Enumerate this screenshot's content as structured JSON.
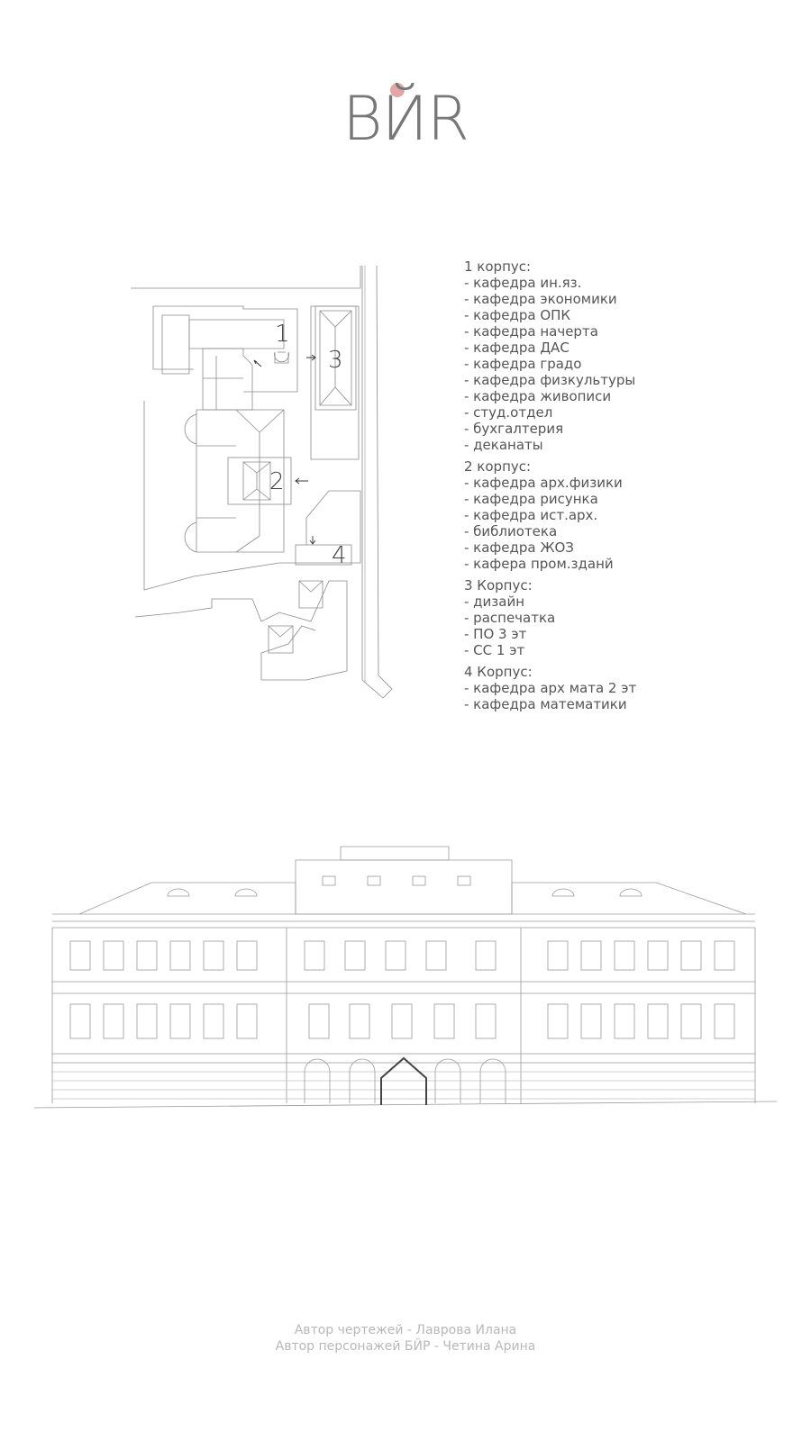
{
  "logo": {
    "text": "ВЙR",
    "dot_color": "#e3a6a6",
    "text_color": "#777777"
  },
  "plan": {
    "building_labels": [
      "1",
      "2",
      "3",
      "4"
    ]
  },
  "legend": [
    {
      "title": "1 корпус:",
      "items": [
        "- кафедра ин.яз.",
        "- кафедра экономики",
        "- кафедра ОПК",
        "- кафедра начерта",
        "- кафедра ДАС",
        "- кафедра градо",
        "- кафедра физкультуры",
        "- кафедра живописи",
        "- студ.отдел",
        "- бухгалтерия",
        "- деканаты"
      ]
    },
    {
      "title": "2 корпус:",
      "items": [
        "- кафедра арх.физики",
        "- кафедра рисунка",
        "- кафедра ист.арх.",
        "- библиотека",
        "- кафедра ЖОЗ",
        "- кафера пром.зданй"
      ]
    },
    {
      "title": "3 Корпус:",
      "items": [
        "- дизайн",
        "- распечатка",
        "- ПО 3 эт",
        "- СС 1 эт"
      ]
    },
    {
      "title": "4 Корпус:",
      "items": [
        "- кафедра арх мата 2 эт",
        "- кафедра математики"
      ]
    }
  ],
  "credits": {
    "line1": "Автор чертежей - Лаврова Илана",
    "line2": "Автор персонажей БЙР - Четина Арина"
  }
}
